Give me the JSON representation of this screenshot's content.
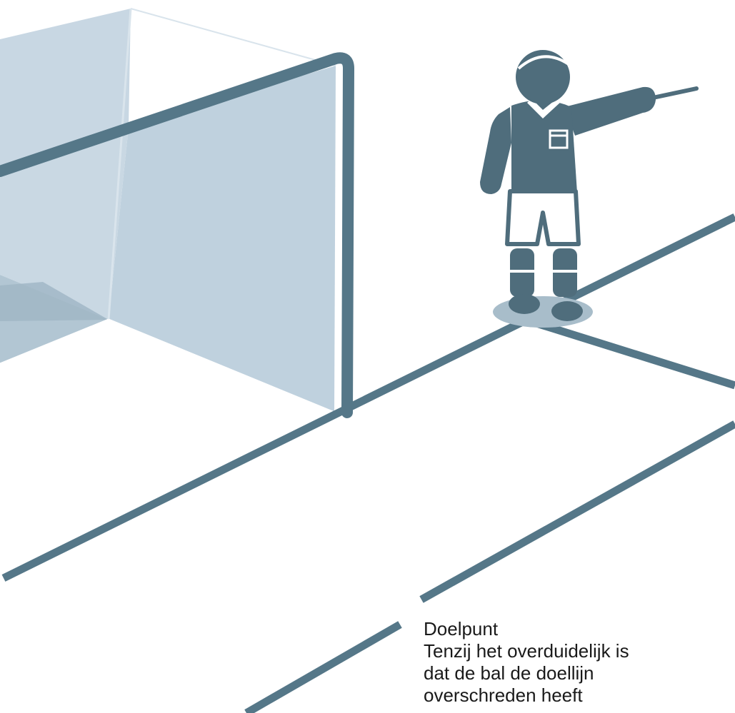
{
  "caption": {
    "title": "Doelpunt",
    "lines": [
      "Tenzij het overduidelijk is",
      "dat de bal de doellijn",
      "overschreden heeft"
    ]
  },
  "colors": {
    "line": "#557788",
    "net": "#b9cbd9",
    "net_inner": "#a3b8c7",
    "uniform": "#4f6d7c",
    "shorts": "#ffffff",
    "shadow": "#a8bdca",
    "background": "#ffffff"
  },
  "icons": {
    "referee": "referee-pointing-figure",
    "goal": "goal-net"
  }
}
